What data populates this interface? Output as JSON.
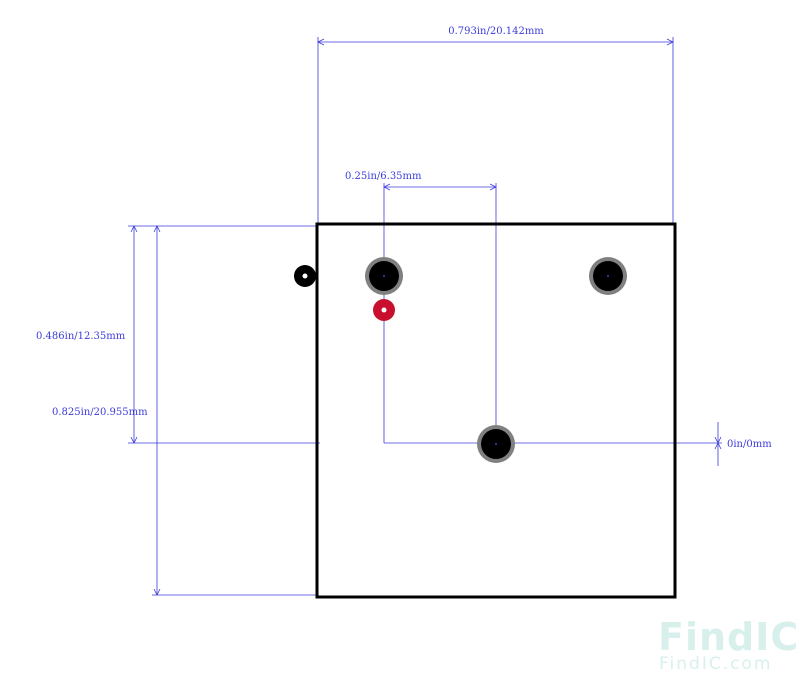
{
  "dimensions": {
    "overall_width": "0.793in/20.142mm",
    "pin_pitch": "0.25in/6.35mm",
    "pin_row_offset": "0.486in/12.35mm",
    "overall_height": "0.825in/20.955mm",
    "origin": "0in/0mm"
  },
  "watermark": {
    "logo": "FindIC",
    "url": "FindIC.com"
  },
  "colors": {
    "dimension": "#3b3bdc",
    "outline": "#000000",
    "pad_ring": "#808080",
    "pin1_marker": "#c8102e",
    "logo_main": "#d8f0ec",
    "logo_accent": "#fbe3d8"
  },
  "icons": {
    "pin1_marker": "red-dot",
    "polarity_marker": "black-dot"
  }
}
